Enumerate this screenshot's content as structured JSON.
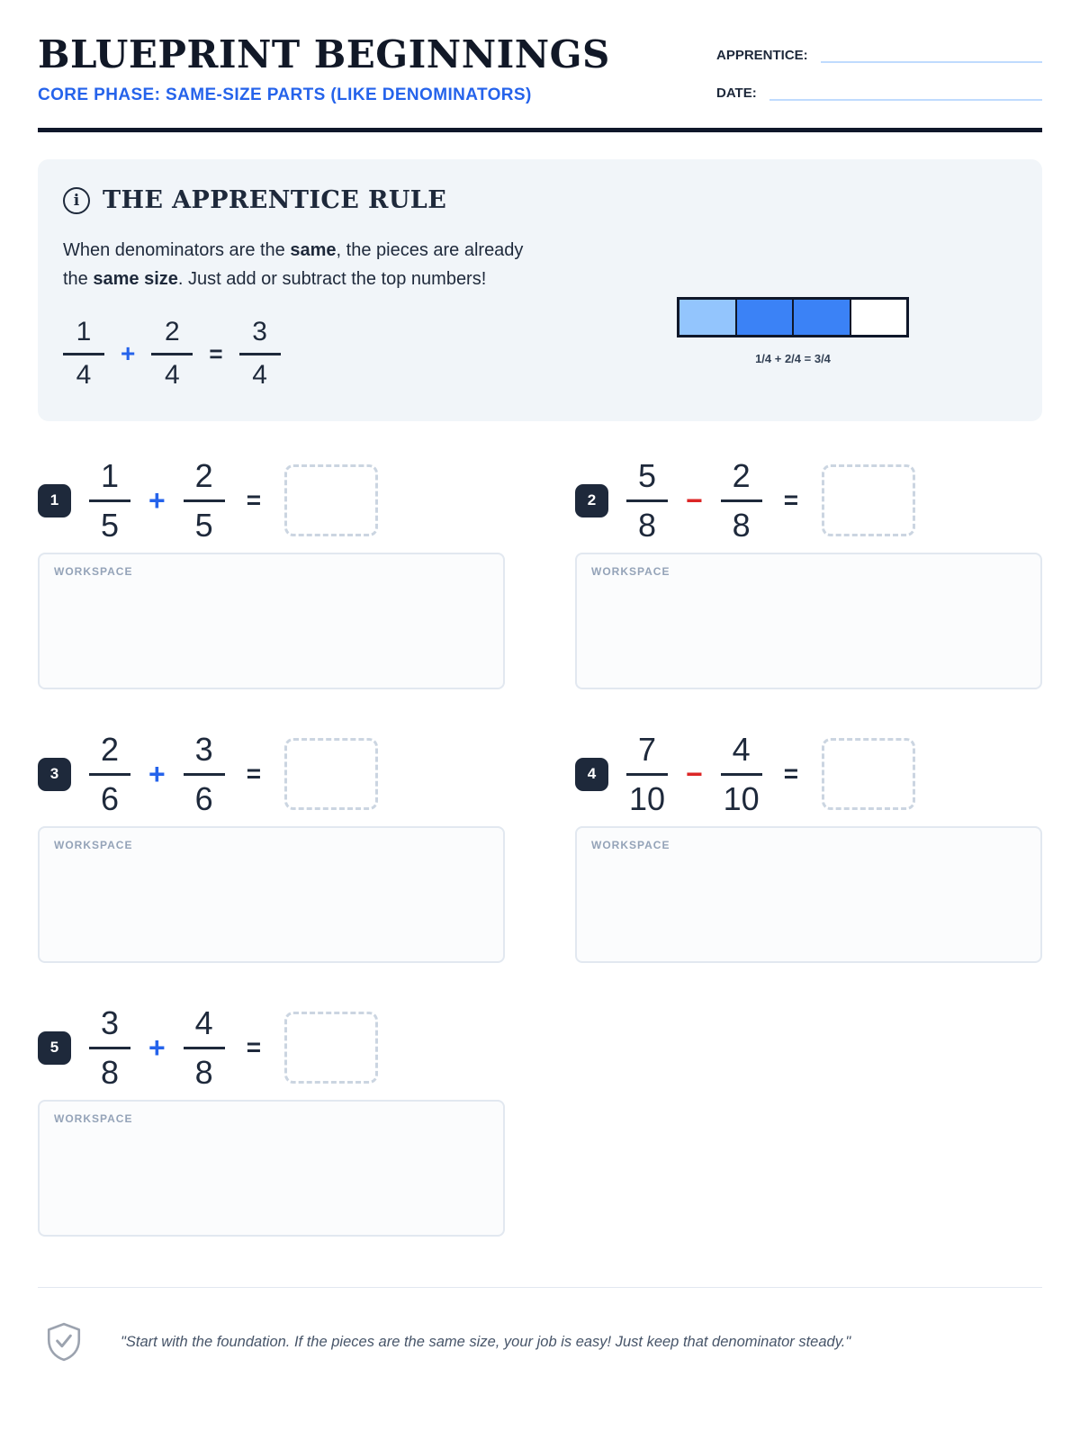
{
  "colors": {
    "navy": "#1e293b",
    "near_black": "#0f172a",
    "accent_blue": "#2563eb",
    "bar_light_blue": "#93c5fd",
    "bar_mid_blue": "#3b82f6",
    "minus_red": "#dc2626",
    "panel_bg": "#f1f5f9",
    "dashed_border": "#cbd5e1",
    "muted_label": "#94a3b8",
    "field_underline": "#bfdbfe"
  },
  "header": {
    "title": "BLUEPRINT BEGINNINGS",
    "subtitle": "CORE PHASE: SAME-SIZE PARTS (LIKE DENOMINATORS)",
    "apprentice_label": "APPRENTICE:",
    "date_label": "DATE:"
  },
  "rule_box": {
    "info_icon": "i",
    "title": "THE APPRENTICE RULE",
    "body": {
      "t1": "When denominators are the ",
      "b1": "same",
      "t2": ", the pieces are already the ",
      "b2": "same size",
      "t3": ". Just add or subtract the top numbers!"
    },
    "example": {
      "n1": "1",
      "d1": "4",
      "op": "+",
      "n2": "2",
      "d2": "4",
      "equals": "=",
      "n3": "3",
      "d3": "4"
    },
    "bar_cells": [
      "#93c5fd",
      "#3b82f6",
      "#3b82f6",
      "#ffffff"
    ],
    "bar_caption": "1/4 + 2/4 = 3/4"
  },
  "problems": [
    {
      "number": "1",
      "n1": "1",
      "d1": "5",
      "op": "+",
      "n2": "2",
      "d2": "5",
      "equals": "=",
      "workspace_label": "WORKSPACE"
    },
    {
      "number": "2",
      "n1": "5",
      "d1": "8",
      "op": "−",
      "n2": "2",
      "d2": "8",
      "equals": "=",
      "workspace_label": "WORKSPACE"
    },
    {
      "number": "3",
      "n1": "2",
      "d1": "6",
      "op": "+",
      "n2": "3",
      "d2": "6",
      "equals": "=",
      "workspace_label": "WORKSPACE"
    },
    {
      "number": "4",
      "n1": "7",
      "d1": "10",
      "op": "−",
      "n2": "4",
      "d2": "10",
      "equals": "=",
      "workspace_label": "WORKSPACE"
    },
    {
      "number": "5",
      "n1": "3",
      "d1": "8",
      "op": "+",
      "n2": "4",
      "d2": "8",
      "equals": "=",
      "workspace_label": "WORKSPACE"
    }
  ],
  "footer": {
    "quote": "\"Start with the foundation. If the pieces are the same size, your job is easy! Just keep that denominator steady.\""
  }
}
